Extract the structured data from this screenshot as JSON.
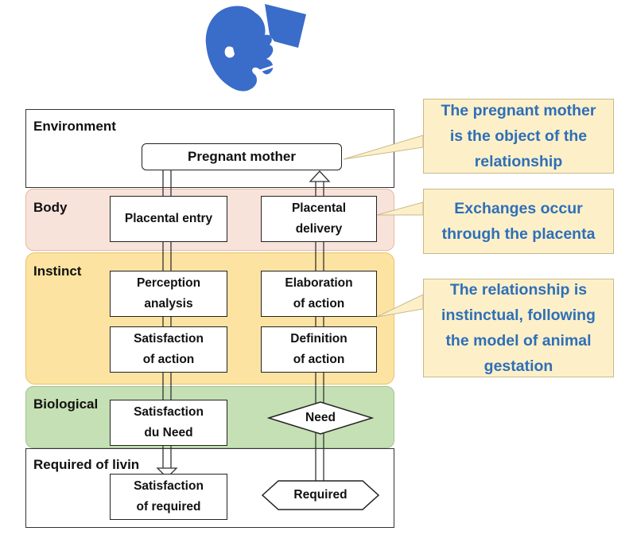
{
  "layers": {
    "environment": "Environment",
    "body": "Body",
    "instinct": "Instinct",
    "biological": "Biological",
    "required_of_living": "Required of livin"
  },
  "boxes": {
    "pregnant_mother": "Pregnant mother",
    "placental_entry": "Placental entry",
    "placental_delivery": "Placental\ndelivery",
    "perception_analysis": "Perception\nanalysis",
    "elaboration_of_action": "Elaboration\nof action",
    "satisfaction_of_action": "Satisfaction\nof action",
    "definition_of_action": "Definition\nof action",
    "satisfaction_du_need": "Satisfaction\ndu Need",
    "need": "Need",
    "satisfaction_of_required": "Satisfaction\nof required",
    "required": "Required"
  },
  "callouts": {
    "object": "The pregnant mother\nis the object of the\nrelationship",
    "placenta": "Exchanges occur\nthrough the placenta",
    "instinctual": "The relationship is\ninstinctual, following\nthe model of animal\ngestation"
  },
  "colors": {
    "body_layer": "#f8e3db",
    "instinct_layer": "#fde3a2",
    "biological_layer": "#c5e0b4",
    "callout_fill": "#fdf0c9",
    "callout_text": "#2e6fb8",
    "fetus_icon": "#3a6cc9"
  },
  "icons": {
    "fetus": "fetus-icon"
  }
}
